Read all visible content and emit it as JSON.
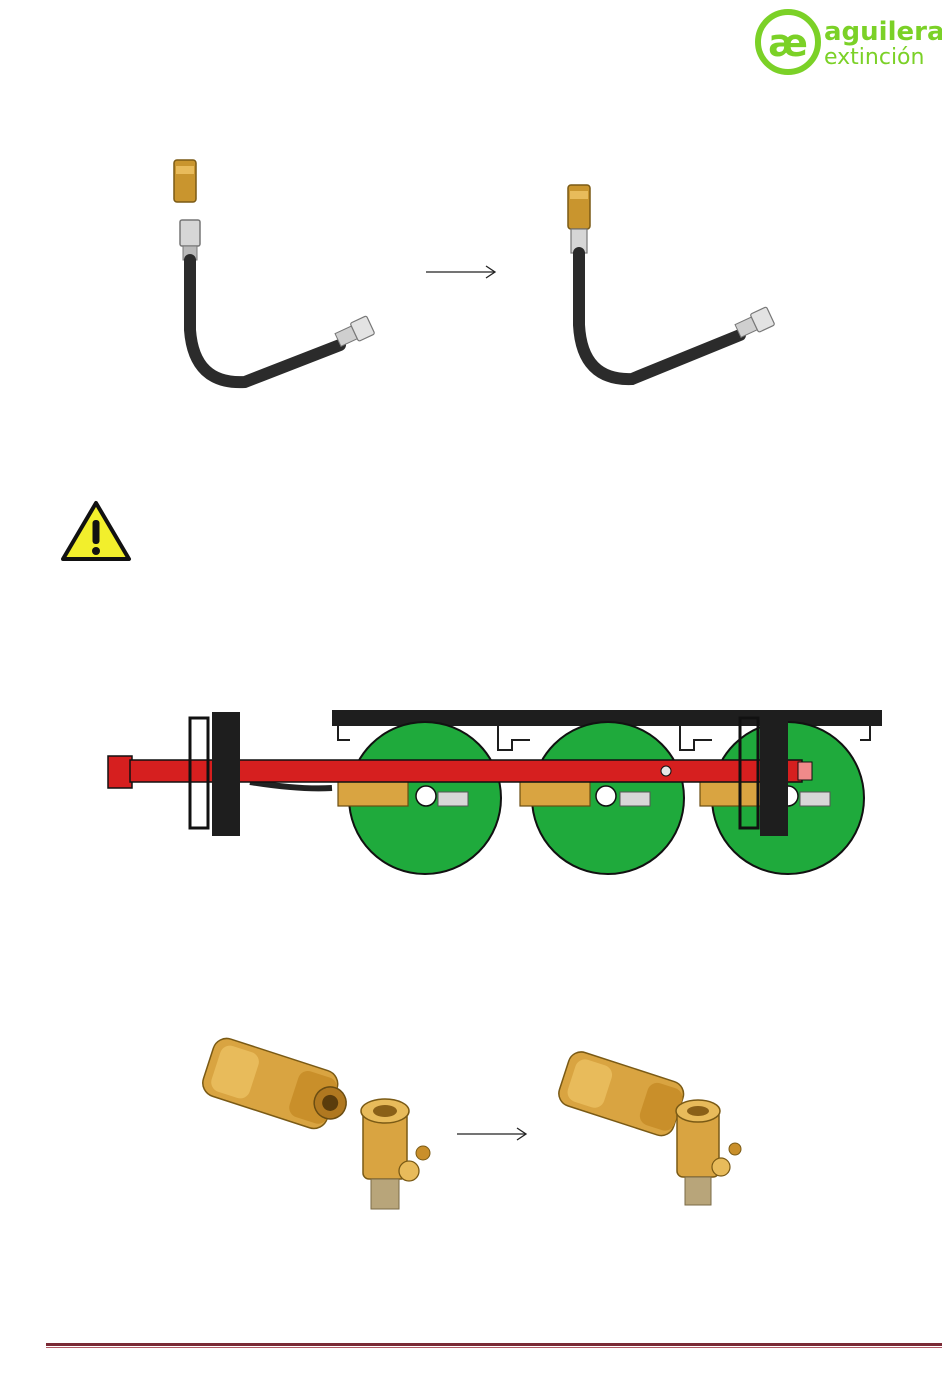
{
  "logo": {
    "brand_line1": "aguilera",
    "brand_line2": "extinción",
    "monogram": "æ",
    "color": "#7bd127"
  },
  "figures": {
    "hose_before": "hose-disassembled",
    "hose_after": "hose-assembled",
    "warning_icon": "warning-triangle-icon",
    "rack": "cylinder-rack-assembly",
    "valve_before": "valve-disassembled",
    "valve_after": "valve-assembled"
  },
  "colors": {
    "brass": "#d9a441",
    "hose": "#2b2b2b",
    "cylinder": "#1faa3c",
    "manifold": "#d61f1f",
    "footer_line": "#7a2a35",
    "warning": "#f2ef2c"
  }
}
